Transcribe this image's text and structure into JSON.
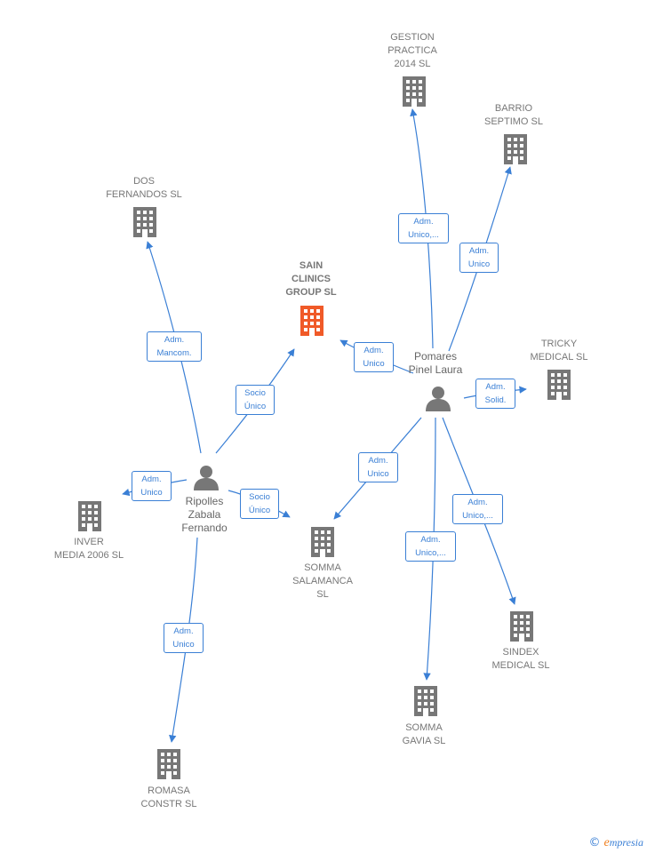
{
  "colors": {
    "edge": "#3a7fd5",
    "company": "#777777",
    "highlight": "#f05a28",
    "person": "#777777"
  },
  "nodes": {
    "gestion": {
      "label": "GESTION\nPRACTICA\n2014  SL",
      "icon": "building-icon"
    },
    "barrio": {
      "label": "BARRIO\nSEPTIMO  SL",
      "icon": "building-icon"
    },
    "dos": {
      "label": "DOS\nFERNANDOS SL",
      "icon": "building-icon"
    },
    "sain": {
      "label": "SAIN\nCLINICS\nGROUP  SL",
      "icon": "building-icon",
      "highlight": true
    },
    "tricky": {
      "label": "TRICKY\nMEDICAL  SL",
      "icon": "building-icon"
    },
    "pomares": {
      "label": "Pomares\nPinel Laura",
      "icon": "person-icon"
    },
    "ripolles": {
      "label": "Ripolles\nZabala\nFernando",
      "icon": "person-icon"
    },
    "inver": {
      "label": "INVER\nMEDIA 2006 SL",
      "icon": "building-icon"
    },
    "somma_sal": {
      "label": "SOMMA\nSALAMANCA\nSL",
      "icon": "building-icon"
    },
    "sindex": {
      "label": "SINDEX\nMEDICAL  SL",
      "icon": "building-icon"
    },
    "somma_gavia": {
      "label": "SOMMA\nGAVIA  SL",
      "icon": "building-icon"
    },
    "romasa": {
      "label": "ROMASA\nCONSTR SL",
      "icon": "building-icon"
    }
  },
  "edges": {
    "pomares_gestion": "Adm.\nUnico,...",
    "pomares_barrio": "Adm.\nUnico",
    "ripolles_dos": "Adm.\nMancom.",
    "ripolles_sain": "Socio\nÚnico",
    "pomares_sain": "Adm.\nUnico",
    "pomares_tricky": "Adm.\nSolid.",
    "ripolles_inver": "Adm.\nUnico",
    "ripolles_somma_sal": "Socio\nÚnico",
    "pomares_somma_sal": "Adm.\nUnico",
    "pomares_sindex": "Adm.\nUnico,...",
    "pomares_somma_gavia": "Adm.\nUnico,...",
    "ripolles_romasa": "Adm.\nUnico"
  },
  "footer": {
    "copyright": "©",
    "brand_initial": "e",
    "brand_rest": "mpresia"
  }
}
